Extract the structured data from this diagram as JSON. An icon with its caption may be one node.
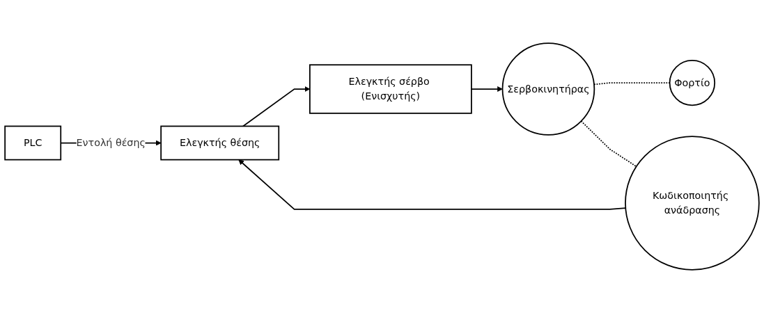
{
  "diagram": {
    "nodes": [
      {
        "text": [
          "PLC"
        ]
      },
      {
        "text": [
          "Ελεγκτής θέσης"
        ]
      },
      {
        "text": [
          "Ελεγκτής σέρβο (Ενισχυτής)"
        ]
      },
      {
        "text": [
          "Σερβοκινητήρας"
        ]
      },
      {
        "text": [
          "Φορτίο"
        ]
      },
      {
        "text": [
          "Κωδικοποιητής ανάδρασης"
        ]
      }
    ],
    "edges": [
      {
        "from": 0,
        "to": 1,
        "arrow": "to",
        "label": "Εντολή θέσης"
      },
      {
        "from": 1,
        "to": 2,
        "arrow": "to"
      },
      {
        "from": 2,
        "to": 3,
        "arrow": "to"
      },
      {
        "from": 3,
        "to": 4,
        "arrow": "none",
        "style": "dashed"
      },
      {
        "from": 3,
        "to": 5,
        "arrow": "none",
        "style": "dashed"
      },
      {
        "from": 5,
        "to": 1,
        "arrow": "to"
      }
    ]
  }
}
